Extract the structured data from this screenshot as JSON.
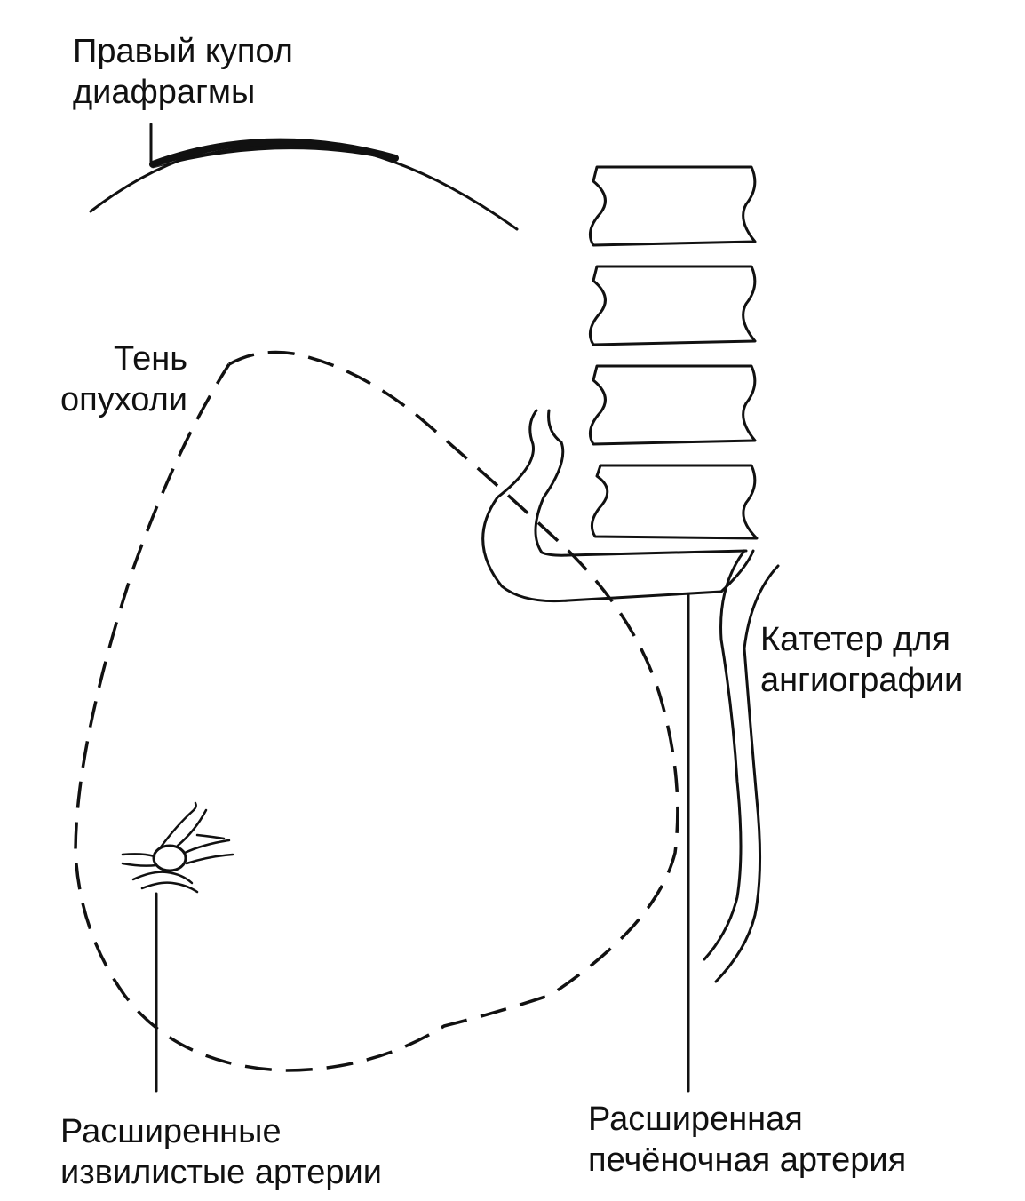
{
  "labels": {
    "diaphragm": [
      "Правый купол",
      "диафрагмы"
    ],
    "tumor_shadow": [
      "Тень",
      "опухоли"
    ],
    "catheter": [
      "Катетер для",
      "ангиографии"
    ],
    "tortuous_arteries": [
      "Расширенные",
      "извилистые артерии"
    ],
    "hepatic_artery": [
      "Расширенная",
      "печёночная артерия"
    ]
  },
  "colors": {
    "ink": "#111111",
    "background": "#ffffff"
  }
}
